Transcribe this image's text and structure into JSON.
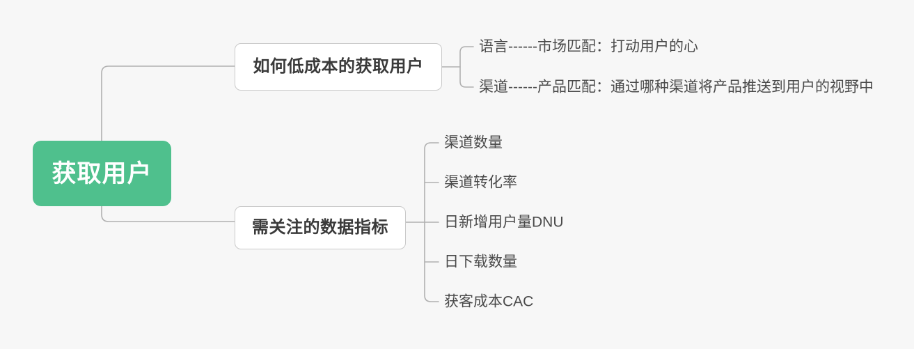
{
  "canvas": {
    "background_color": "#f7f7f7",
    "connector_color": "#b0b0b0"
  },
  "root": {
    "label": "获取用户",
    "fill_color": "#4fc08d",
    "text_color": "#ffffff"
  },
  "branches": [
    {
      "id": "branch-1",
      "label": "如何低成本的获取用户",
      "children": [
        {
          "id": "leaf-a-0",
          "label": "语言------市场匹配：打动用户的心"
        },
        {
          "id": "leaf-a-1",
          "label": "渠道------产品匹配：通过哪种渠道将产品推送到用户的视野中"
        }
      ]
    },
    {
      "id": "branch-2",
      "label": "需关注的数据指标",
      "children": [
        {
          "id": "leaf-b-0",
          "label": "渠道数量"
        },
        {
          "id": "leaf-b-1",
          "label": "渠道转化率"
        },
        {
          "id": "leaf-b-2",
          "label": "日新增用户量DNU"
        },
        {
          "id": "leaf-b-3",
          "label": "日下载数量"
        },
        {
          "id": "leaf-b-4",
          "label": "获客成本CAC"
        }
      ]
    }
  ]
}
